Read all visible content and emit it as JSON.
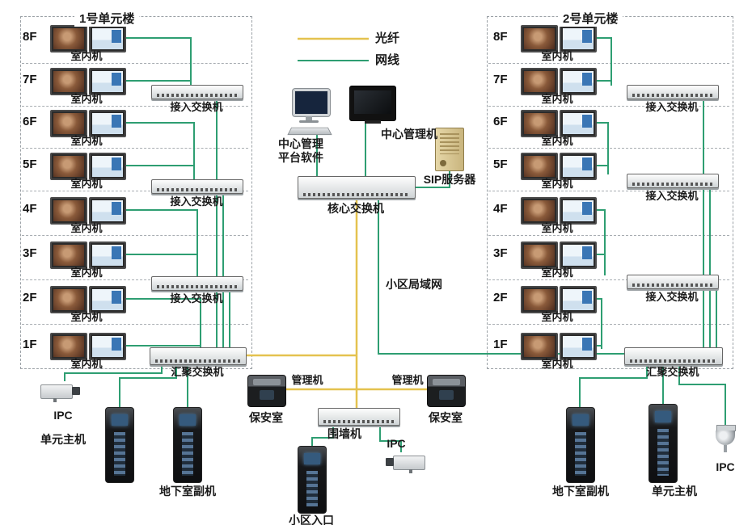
{
  "legend": {
    "fiber": "光纤",
    "cable": "网线"
  },
  "colors": {
    "fiber": "#e4c24f",
    "cable": "#2e9e72"
  },
  "left_building": {
    "title": "1号单元楼",
    "floors": [
      "8F",
      "7F",
      "6F",
      "5F",
      "4F",
      "3F",
      "2F",
      "1F"
    ],
    "indoor_unit": "室内机",
    "access_switch": "接入交换机",
    "agg_switch": "汇聚交换机",
    "ipc": "IPC",
    "unit_main": "单元主机",
    "basement_sub": "地下室副机"
  },
  "right_building": {
    "title": "2号单元楼",
    "floors": [
      "8F",
      "7F",
      "6F",
      "5F",
      "4F",
      "3F",
      "2F",
      "1F"
    ],
    "indoor_unit": "室内机",
    "access_switch": "接入交换机",
    "agg_switch": "汇聚交换机",
    "ipc": "IPC",
    "unit_main": "单元主机",
    "basement_sub": "地下室副机"
  },
  "center": {
    "platform_line1": "中心管理",
    "platform_line2": "平台软件",
    "mgmt_host": "中心管理机",
    "sip_server": "SIP服务器",
    "core_switch": "核心交换机",
    "lan": "小区局域网",
    "mgmt_left": "管理机",
    "mgmt_right": "管理机",
    "security_left": "保安室",
    "security_right": "保安室",
    "wall_machine": "围墙机",
    "ipc": "IPC",
    "entrance": "小区入口"
  }
}
